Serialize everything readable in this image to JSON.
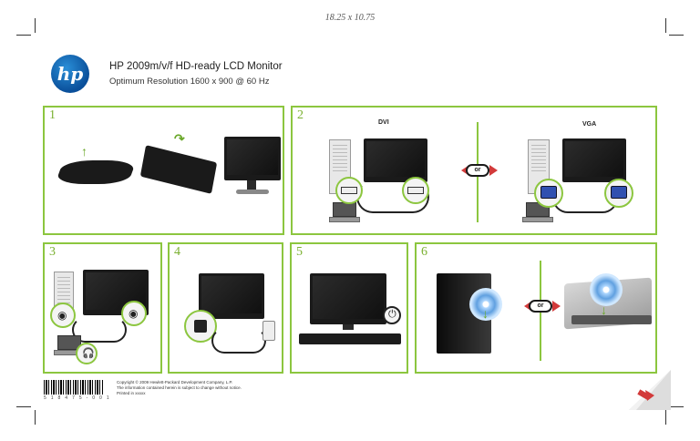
{
  "header": {
    "dimensions": "18.25 x 10.75",
    "logo_text": "hp",
    "title": "HP 2009m/v/f HD-ready LCD Monitor",
    "subtitle": "Optimum Resolution 1600 x 900 @ 60 Hz"
  },
  "panels": [
    {
      "number": "1"
    },
    {
      "number": "2",
      "label_left": "DVI",
      "label_right": "VGA",
      "or_text": "or"
    },
    {
      "number": "3"
    },
    {
      "number": "4"
    },
    {
      "number": "5"
    },
    {
      "number": "6",
      "or_text": "or"
    }
  ],
  "footer": {
    "barcode_number": "5 1 8 4 7 5 - 0 0 1",
    "copyright_line1": "Copyright © 2009 Hewlett-Packard Development Company, L.P.",
    "copyright_line2": "The information contained herein is subject to change without notice.",
    "copyright_line3": "Printed in xxxxx"
  },
  "colors": {
    "panel_border": "#8cc63f",
    "accent_red": "#d23a3a",
    "hp_blue": "#0a4f9a"
  }
}
